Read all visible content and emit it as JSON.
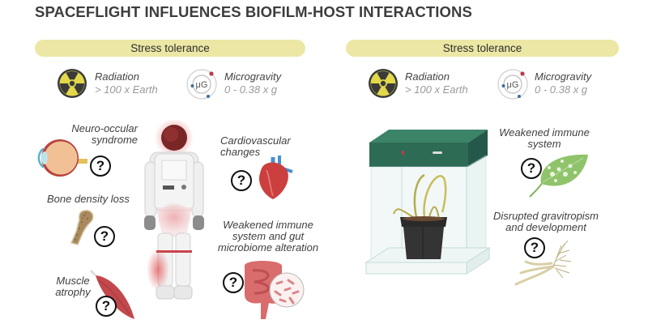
{
  "title": "SPACEFLIGHT INFLUENCES BIOFILM-HOST INTERACTIONS",
  "colors": {
    "pill_bg": "#ece7a4",
    "radiation_yellow": "#e2d84a",
    "chamber_green": "#2d6b55",
    "question_border": "#111111"
  },
  "left_panel": {
    "stress_label": "Stress tolerance",
    "radiation": {
      "icon": "radiation-icon",
      "label": "Radiation",
      "value": "> 100 x Earth"
    },
    "microgravity": {
      "icon": "microgravity-icon",
      "symbol": "μG",
      "label": "Microgravity",
      "value": "0 - 0.38 x g"
    },
    "subject": "astronaut",
    "effects": [
      {
        "label_lines": [
          "Neuro-occular",
          "syndrome"
        ],
        "icon": "eye-icon",
        "marker": "?"
      },
      {
        "label_lines": [
          "Bone density loss"
        ],
        "icon": "bone-icon",
        "marker": "?"
      },
      {
        "label_lines": [
          "Muscle",
          "atrophy"
        ],
        "icon": "muscle-icon",
        "marker": "?"
      },
      {
        "label_lines": [
          "Cardiovascular",
          "changes"
        ],
        "icon": "heart-icon",
        "marker": "?"
      },
      {
        "label_lines": [
          "Weakened immune",
          "system and gut",
          "microbiome alteration"
        ],
        "icon": "intestine-icon",
        "marker": "?"
      }
    ]
  },
  "right_panel": {
    "stress_label": "Stress tolerance",
    "radiation": {
      "icon": "radiation-icon",
      "label": "Radiation",
      "value": "> 100 x Earth"
    },
    "microgravity": {
      "icon": "microgravity-icon",
      "symbol": "μG",
      "label": "Microgravity",
      "value": "0 - 0.38 x g"
    },
    "subject": "plant growth chamber",
    "effects": [
      {
        "label_lines": [
          "Weakened immune",
          "system"
        ],
        "icon": "leaf-icon",
        "marker": "?"
      },
      {
        "label_lines": [
          "Disrupted gravitropism",
          "and development"
        ],
        "icon": "roots-icon",
        "marker": "?"
      }
    ]
  }
}
